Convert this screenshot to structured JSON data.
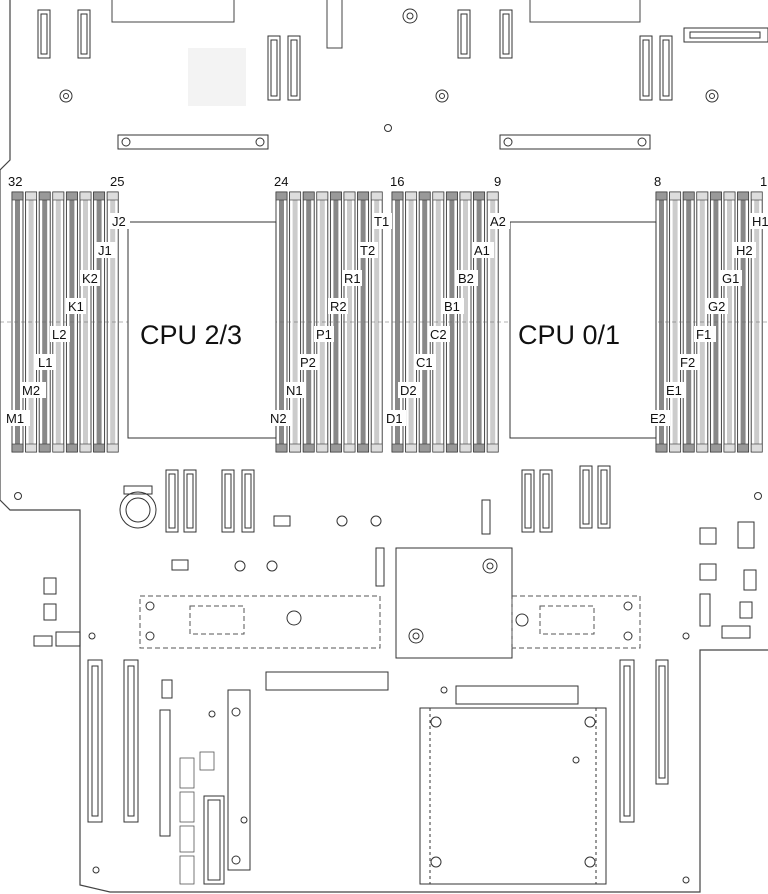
{
  "diagram": {
    "cpu_labels": [
      "CPU 2/3",
      "CPU 0/1"
    ],
    "slot_number_labels": [
      "32",
      "25",
      "24",
      "16",
      "9",
      "8",
      "1"
    ],
    "dimm_labels": [
      "J2",
      "J1",
      "K2",
      "K1",
      "L2",
      "L1",
      "M2",
      "M1",
      "T1",
      "T2",
      "R1",
      "R2",
      "P1",
      "P2",
      "N1",
      "N2",
      "A2",
      "A1",
      "B2",
      "B1",
      "C2",
      "C1",
      "D2",
      "D1",
      "H1",
      "H2",
      "G1",
      "G2",
      "F1",
      "F2",
      "E1",
      "E2"
    ]
  }
}
